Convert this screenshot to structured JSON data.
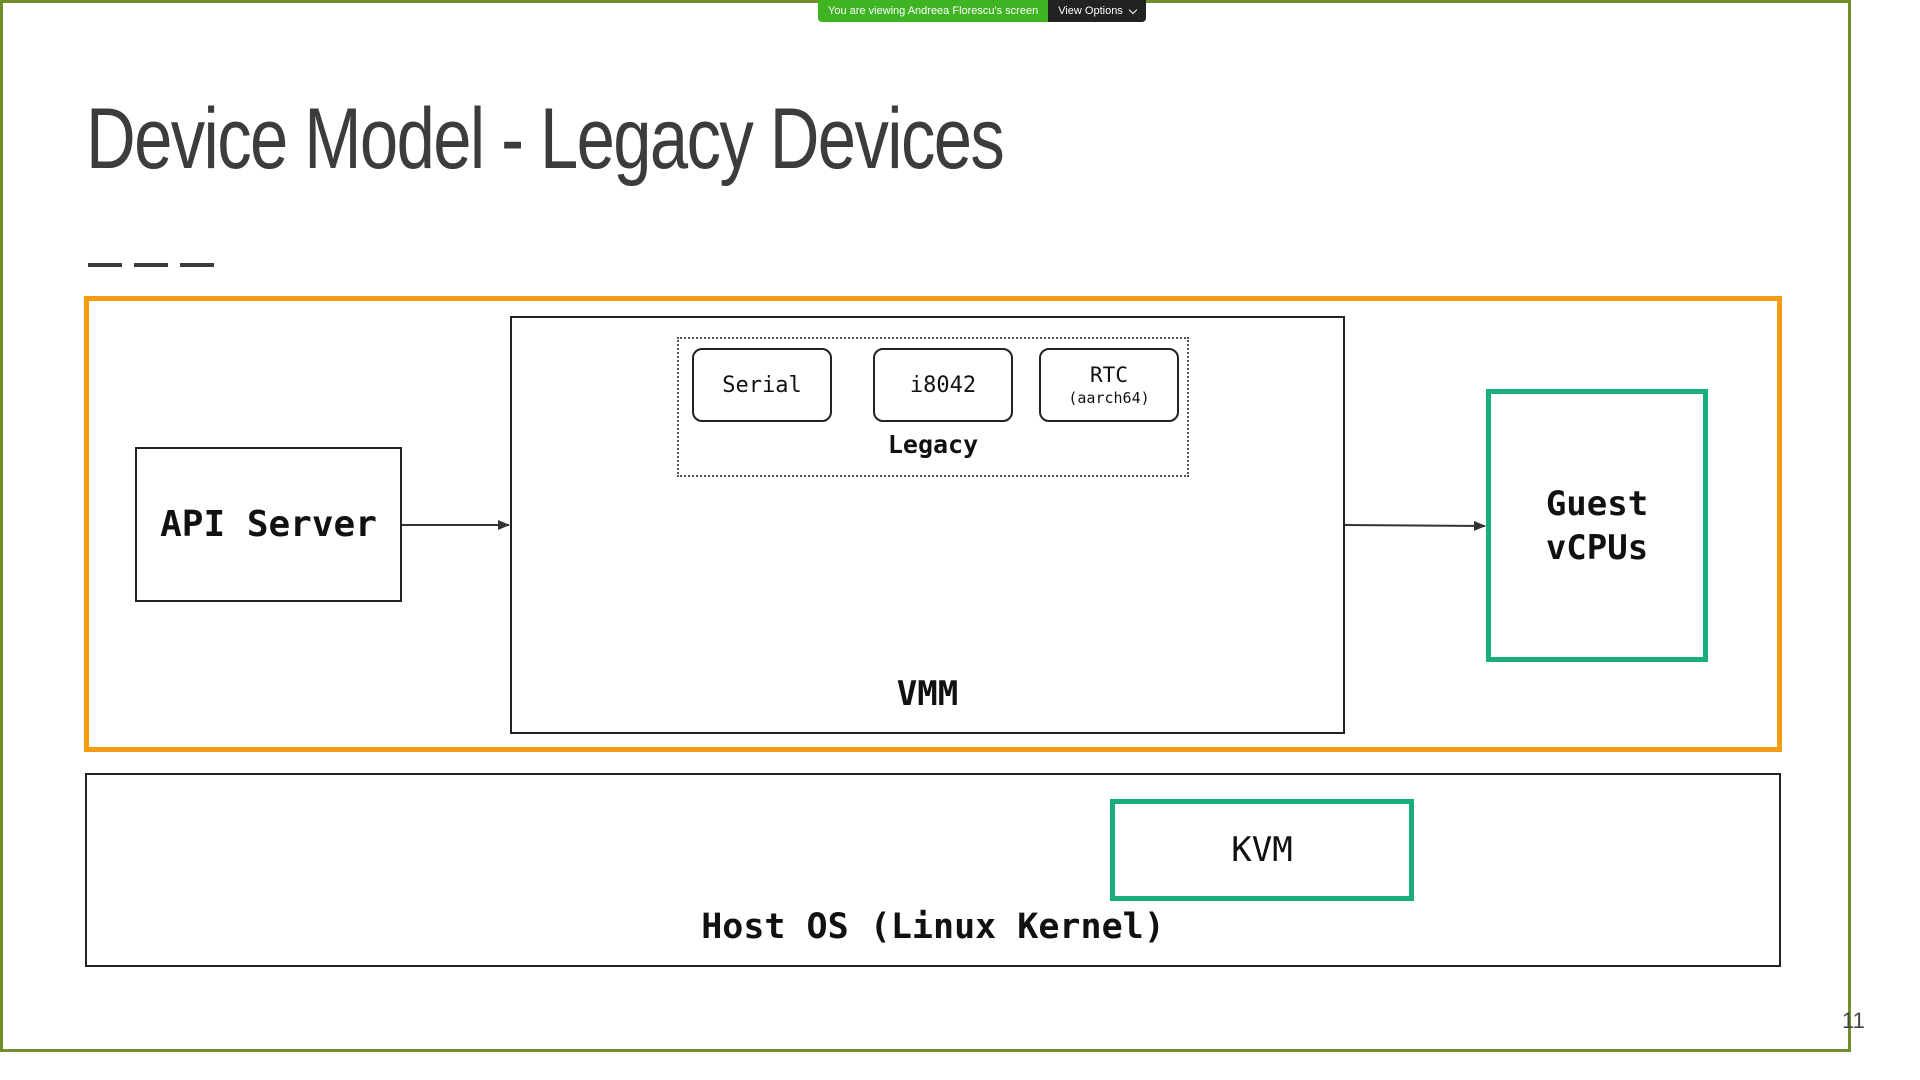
{
  "share_banner": {
    "message": "You are viewing Andreea Florescu's screen",
    "options_label": "View Options"
  },
  "slide": {
    "title": "Device Model - Legacy Devices",
    "page_number": "11"
  },
  "diagram": {
    "api_server": "API Server",
    "vmm": "VMM",
    "legacy_group": "Legacy",
    "devices": [
      {
        "name": "Serial",
        "sub": ""
      },
      {
        "name": "i8042",
        "sub": ""
      },
      {
        "name": "RTC",
        "sub": "(aarch64)"
      }
    ],
    "guest_vcpus_line1": "Guest",
    "guest_vcpus_line2": "vCPUs",
    "kvm": "KVM",
    "host_os": "Host OS (Linux Kernel)"
  },
  "colors": {
    "frame_border": "#6e8f2a",
    "banner_green": "#3fb423",
    "orange_border": "#f39c12",
    "green_border": "#1aaf7a"
  }
}
